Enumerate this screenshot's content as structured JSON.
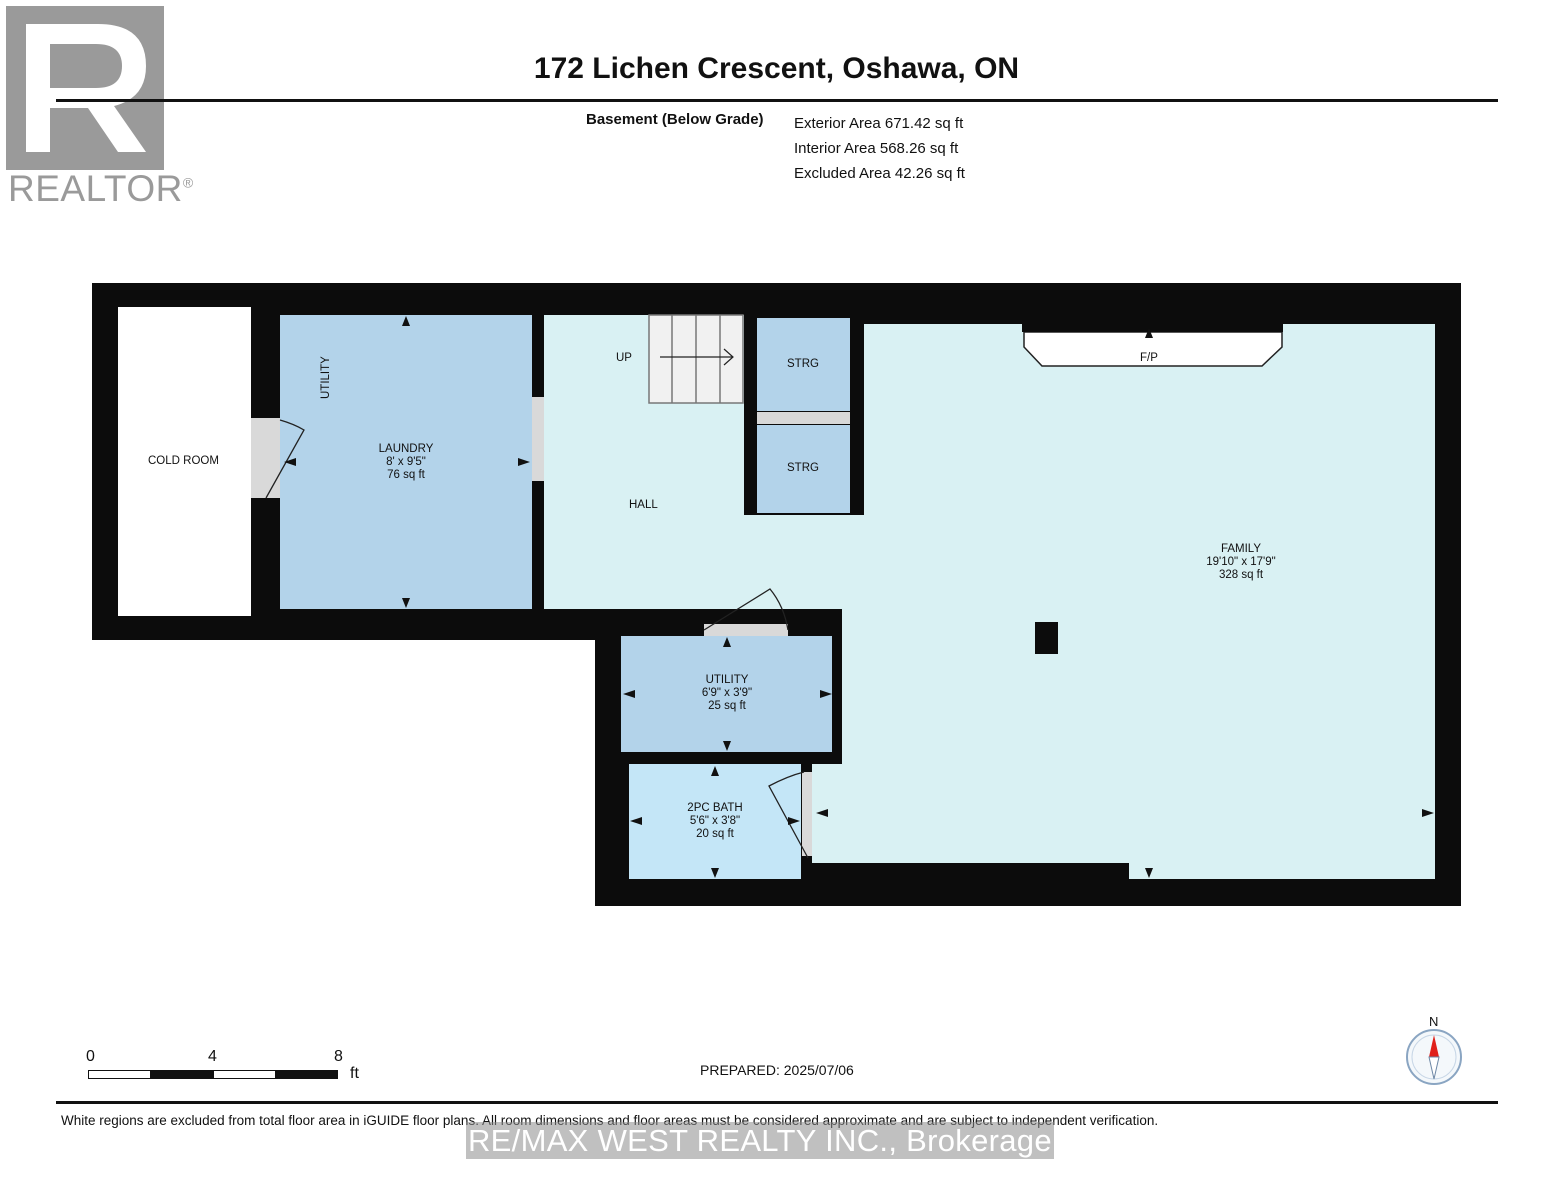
{
  "header": {
    "logo_text": "REALTOR",
    "logo_reg": "®",
    "title": "172 Lichen Crescent, Oshawa, ON",
    "level_label": "Basement (Below Grade)",
    "areas": [
      "Exterior Area 671.42 sq ft",
      "Interior Area 568.26 sq ft",
      "Excluded Area 42.26 sq ft"
    ]
  },
  "rooms": {
    "cold_room": "COLD ROOM",
    "utility_vertical": "UTILITY",
    "laundry": {
      "name": "LAUNDRY",
      "dims": "8' x 9'5\"",
      "area": "76 sq ft"
    },
    "up": "UP",
    "strg_top": "STRG",
    "strg_bottom": "STRG",
    "hall": "HALL",
    "fireplace": "F/P",
    "family": {
      "name": "FAMILY",
      "dims": "19'10\" x 17'9\"",
      "area": "328 sq ft"
    },
    "utility": {
      "name": "UTILITY",
      "dims": "6'9\" x 3'9\"",
      "area": "25 sq ft"
    },
    "bath": {
      "name": "2PC BATH",
      "dims": "5'6\" x 3'8\"",
      "area": "20 sq ft"
    }
  },
  "scale": {
    "labels": [
      "0",
      "4",
      "8"
    ],
    "unit": "ft"
  },
  "prepared": "PREPARED: 2025/07/06",
  "compass_label": "N",
  "disclaimer": "White regions are excluded from total floor area in iGUIDE floor plans. All room dimensions and floor areas must be considered approximate and are subject to independent verification.",
  "brokerage": "RE/MAX WEST REALTY INC., Brokerage",
  "colors": {
    "wall": "#0c0c0c",
    "laundry_fill": "#b3d3ea",
    "hall_fill": "#d9f1f3",
    "storage_fill": "#b3d3ea",
    "utility_fill": "#b3d3ea",
    "bath_fill": "#c4e6f7",
    "family_fill": "#d9f1f3",
    "compass_red": "#e0201b"
  }
}
